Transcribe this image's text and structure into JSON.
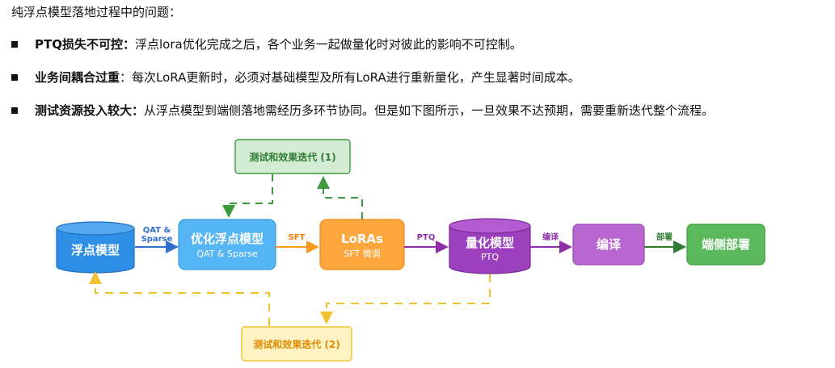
{
  "intro": "纯浮点模型落地过程中的问题：",
  "bullets": [
    {
      "title": "PTQ损失不可控",
      "sep": "：",
      "text": "浮点lora优化完成之后，各个业务一起做量化时对彼此的影响不可控制。"
    },
    {
      "title": "业务间耦合过重",
      "sep": "：",
      "text": "每次LoRA更新时，必须对基础模型及所有LoRA进行重新量化，产生显著时间成本。"
    },
    {
      "title": "测试资源投入较大",
      "sep": "：",
      "text": "从浮点模型到端侧落地需经历多环节协同。但是如下图所示，一旦效果不达预期，需要重新迭代整个流程。"
    }
  ],
  "diagram": {
    "nodes": {
      "float_model": {
        "label": "浮点模型"
      },
      "opt_model": {
        "label": "优化浮点模型",
        "sub": "QAT & Sparse"
      },
      "loras": {
        "label": "LoRAs",
        "sub": "SFT 微调"
      },
      "quant_model": {
        "label": "量化模型",
        "sub": "PTQ"
      },
      "compile": {
        "label": "编译"
      },
      "deploy": {
        "label": "端侧部署"
      },
      "iter1": {
        "label": "测试和效果迭代 (1)"
      },
      "iter2": {
        "label": "测试和效果迭代 (2)"
      }
    },
    "edges": {
      "e1_line1": "QAT &",
      "e1_line2": "Sparse",
      "e2": "SFT",
      "e3": "PTQ",
      "e4": "编译",
      "e5": "部署"
    },
    "colors": {
      "blue": "#2f8fe6",
      "light_blue": "#55b5f5",
      "orange": "#ffa73f",
      "purple": "#9b3fbd",
      "violet": "#b866d0",
      "green": "#5cb85c",
      "dark_green": "#2e7d32",
      "yellow": "#f5c518"
    }
  }
}
